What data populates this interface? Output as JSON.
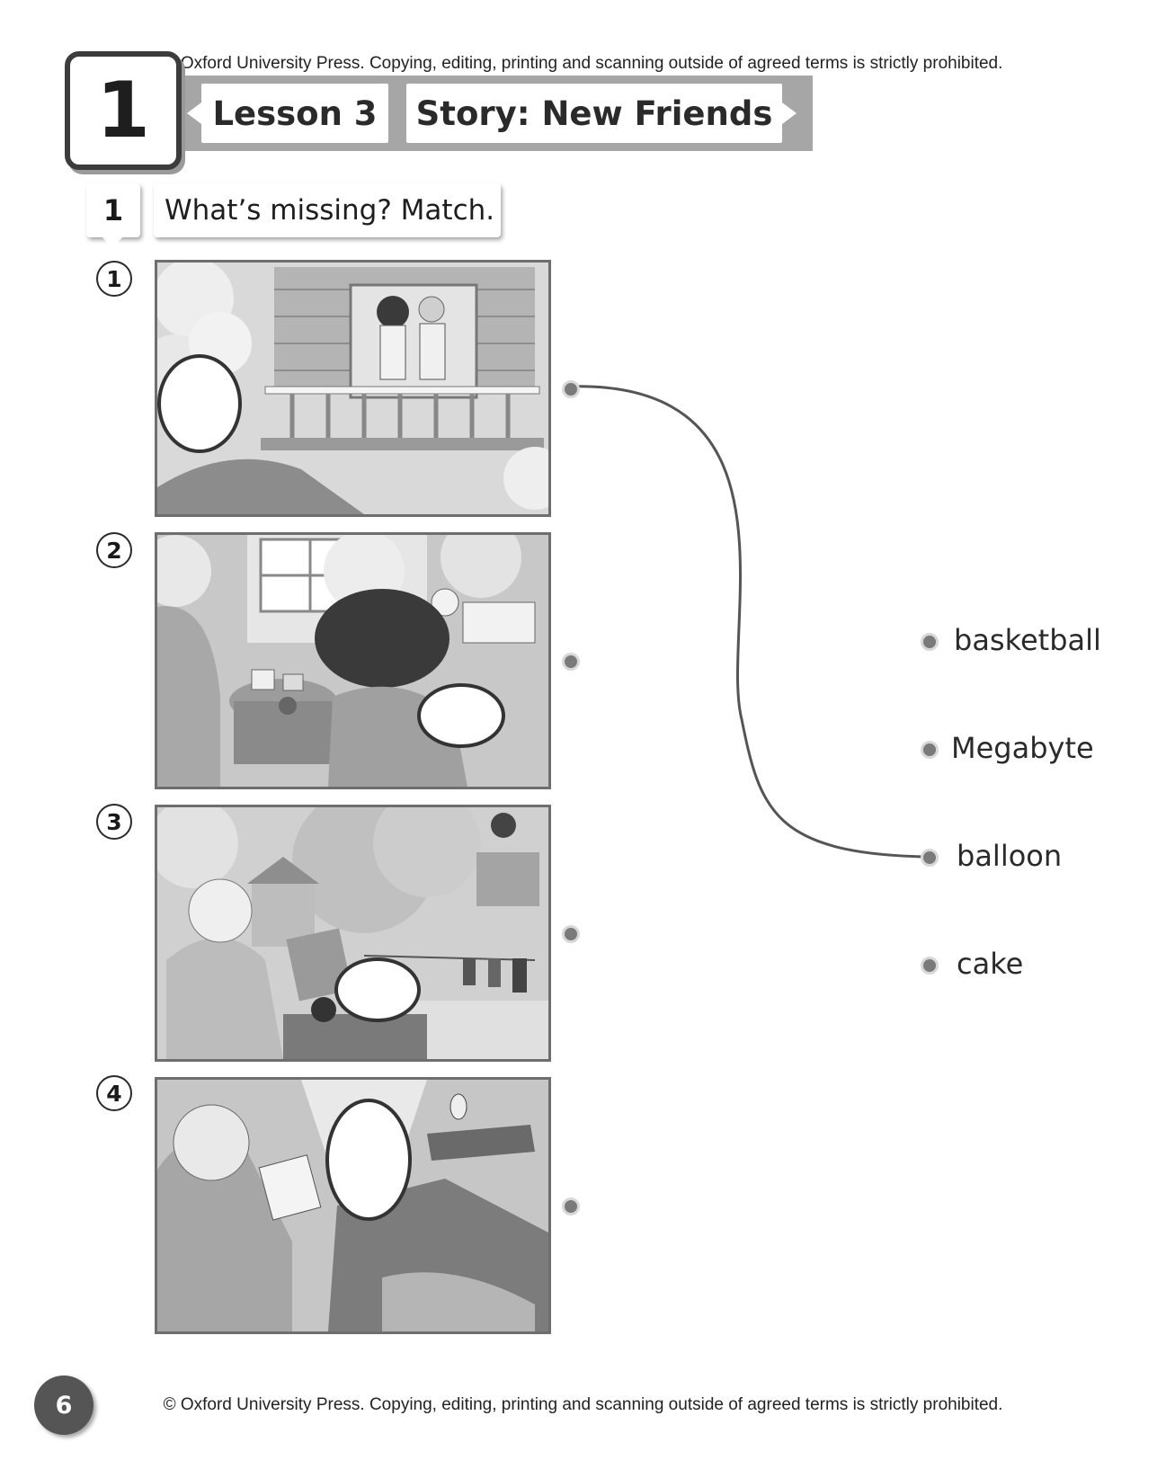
{
  "copyright": {
    "top": "© Oxford University Press. Copying, editing, printing and scanning outside of agreed terms is strictly prohibited.",
    "bottom": "© Oxford University Press. Copying, editing, printing and scanning outside of agreed terms is strictly prohibited."
  },
  "header": {
    "unit_number": "1",
    "lesson": "Lesson 3",
    "story_title": "Story: New Friends"
  },
  "exercise": {
    "number": "1",
    "instruction": "What’s missing? Match."
  },
  "pictures": [
    {
      "number": "1",
      "scene": "tree-house"
    },
    {
      "number": "2",
      "scene": "garden-party"
    },
    {
      "number": "3",
      "scene": "yard"
    },
    {
      "number": "4",
      "scene": "gift-box"
    }
  ],
  "words": [
    "basketball",
    "Megabyte",
    "balloon",
    "cake"
  ],
  "example_match": {
    "picture": "1",
    "word": "balloon"
  },
  "colors": {
    "line": "#555555",
    "dot": "#7a7a7a",
    "title_bar": "#a6a6a6",
    "page_circle": "#555555"
  },
  "page_number": "6"
}
